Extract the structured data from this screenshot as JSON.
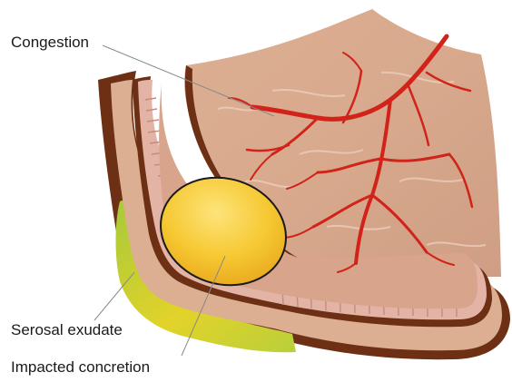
{
  "diagram": {
    "labels": {
      "congestion": "Congestion",
      "serosal_exudate": "Serosal exudate",
      "impacted_concretion": "Impacted concretion"
    },
    "colors": {
      "tissue_tan": "#d9ad92",
      "tissue_pink": "#e3b4a6",
      "wall_brown": "#6e3014",
      "mucosa_fold": "#cf9a8e",
      "vessel_red": "#d1231a",
      "concretion_yellow": "#f6c832",
      "exudate_green": "#a7c93a",
      "exudate_yellow": "#e3d32a",
      "background": "#ffffff"
    }
  }
}
